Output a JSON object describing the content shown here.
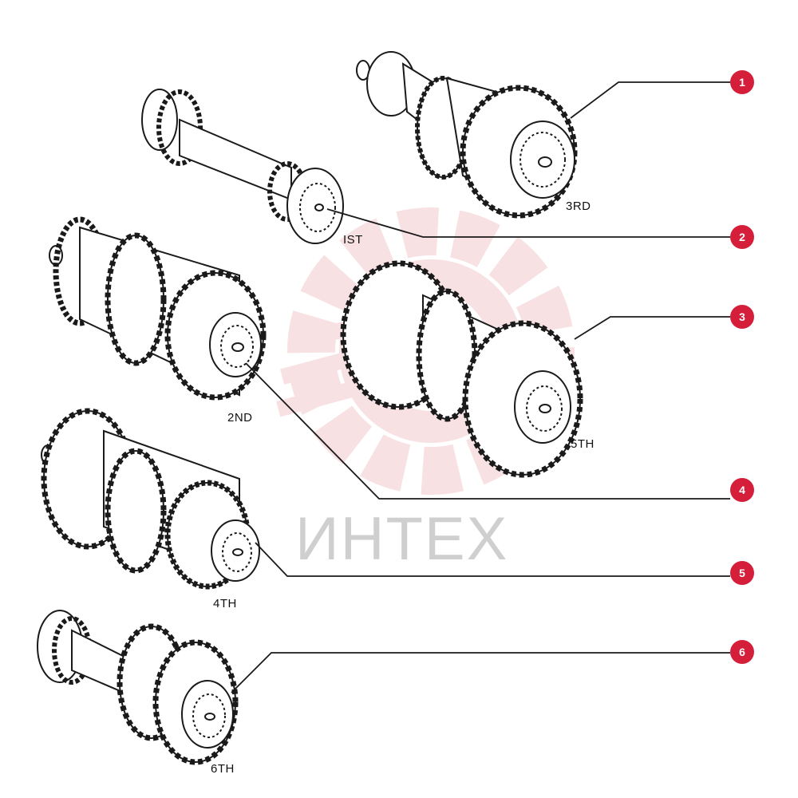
{
  "watermark": {
    "text": "ИНТЕХ",
    "logo_color": "#f2c9cd",
    "text_color": "#cfcfcf"
  },
  "accent_color": "#d51f3a",
  "gear_labels": {
    "third": "3RD",
    "first": "IST",
    "second": "2ND",
    "fifth": "5TH",
    "fourth": "4TH",
    "sixth": "6TH"
  },
  "callouts": [
    {
      "number": "1"
    },
    {
      "number": "2"
    },
    {
      "number": "3"
    },
    {
      "number": "4"
    },
    {
      "number": "5"
    },
    {
      "number": "6"
    }
  ]
}
